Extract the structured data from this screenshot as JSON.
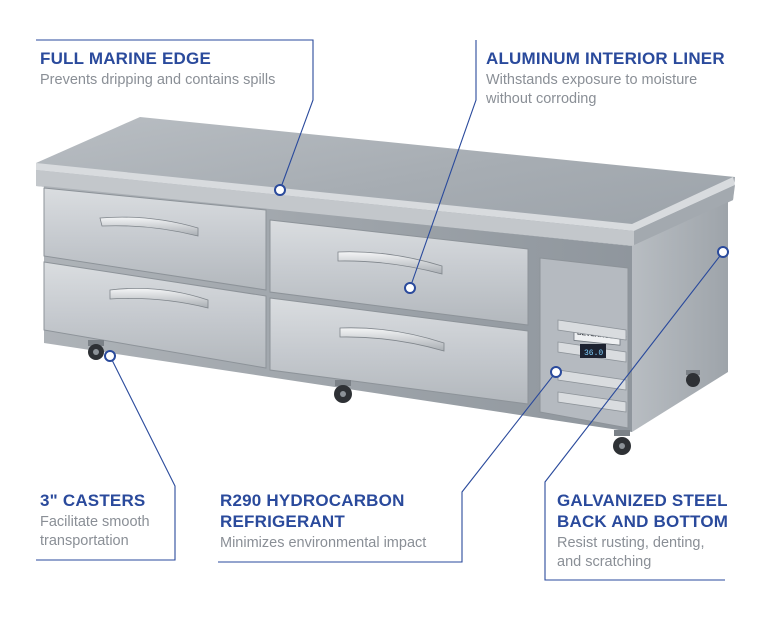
{
  "callouts": {
    "marine_edge": {
      "title": "FULL MARINE EDGE",
      "desc": "Prevents dripping and contains spills"
    },
    "aluminum_liner": {
      "title": "ALUMINUM INTERIOR LINER",
      "desc_lines": [
        "Withstands exposure to moisture",
        "without corroding"
      ]
    },
    "casters": {
      "title": "3\" CASTERS",
      "desc_lines": [
        "Facilitate smooth",
        "transportation"
      ]
    },
    "refrigerant": {
      "title_lines": [
        "R290 HYDROCARBON",
        "REFRIGERANT"
      ],
      "desc": "Minimizes environmental impact"
    },
    "galvanized": {
      "title_lines": [
        "GALVANIZED STEEL",
        "BACK AND BOTTOM"
      ],
      "desc_lines": [
        "Resist rusting, denting,",
        "and scratching"
      ]
    }
  },
  "product": {
    "brand_badge": "BEVERAGE-AIR",
    "temperature_display": "36.0"
  },
  "colors": {
    "accent": "#2a4a9c",
    "description_text": "#8a8f96",
    "steel_light": "#c9cdd1",
    "steel_dark": "#9aa0a6"
  }
}
